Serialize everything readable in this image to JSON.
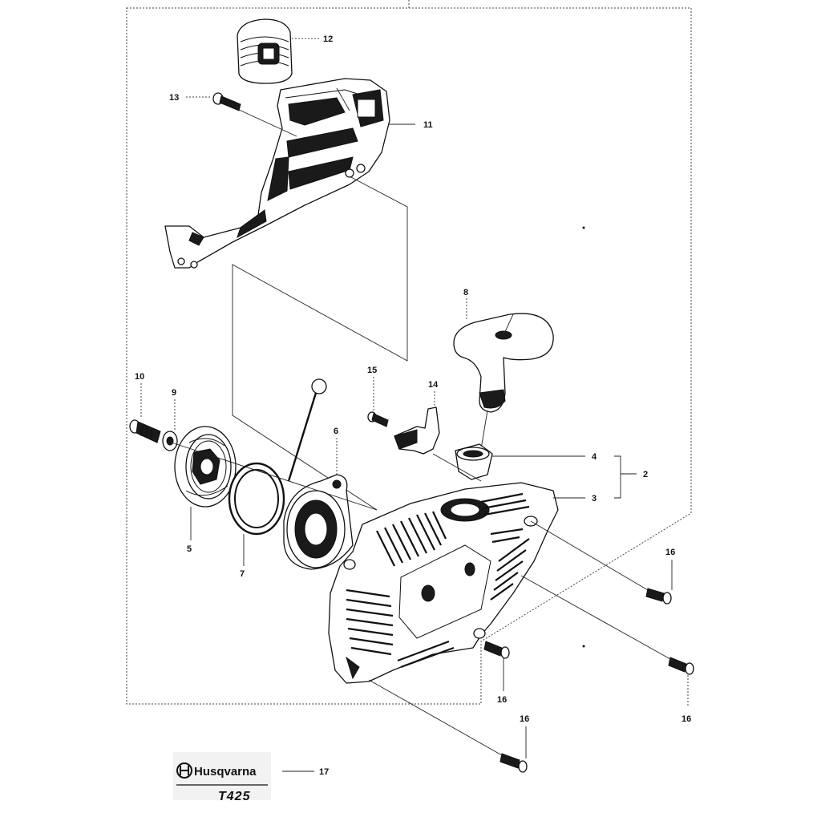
{
  "diagram": {
    "brand": "Husqvarna",
    "model": "T425",
    "labels": [
      {
        "id": "12",
        "text": "12"
      },
      {
        "id": "13",
        "text": "13"
      },
      {
        "id": "11",
        "text": "11"
      },
      {
        "id": "8",
        "text": "8"
      },
      {
        "id": "10",
        "text": "10"
      },
      {
        "id": "9",
        "text": "9"
      },
      {
        "id": "15",
        "text": "15"
      },
      {
        "id": "14",
        "text": "14"
      },
      {
        "id": "6",
        "text": "6"
      },
      {
        "id": "4",
        "text": "4"
      },
      {
        "id": "2",
        "text": "2"
      },
      {
        "id": "3",
        "text": "3"
      },
      {
        "id": "5",
        "text": "5"
      },
      {
        "id": "7",
        "text": "7"
      },
      {
        "id": "16a",
        "text": "16"
      },
      {
        "id": "16b",
        "text": "16"
      },
      {
        "id": "16c",
        "text": "16"
      },
      {
        "id": "16d",
        "text": "16"
      },
      {
        "id": "17",
        "text": "17"
      }
    ]
  }
}
